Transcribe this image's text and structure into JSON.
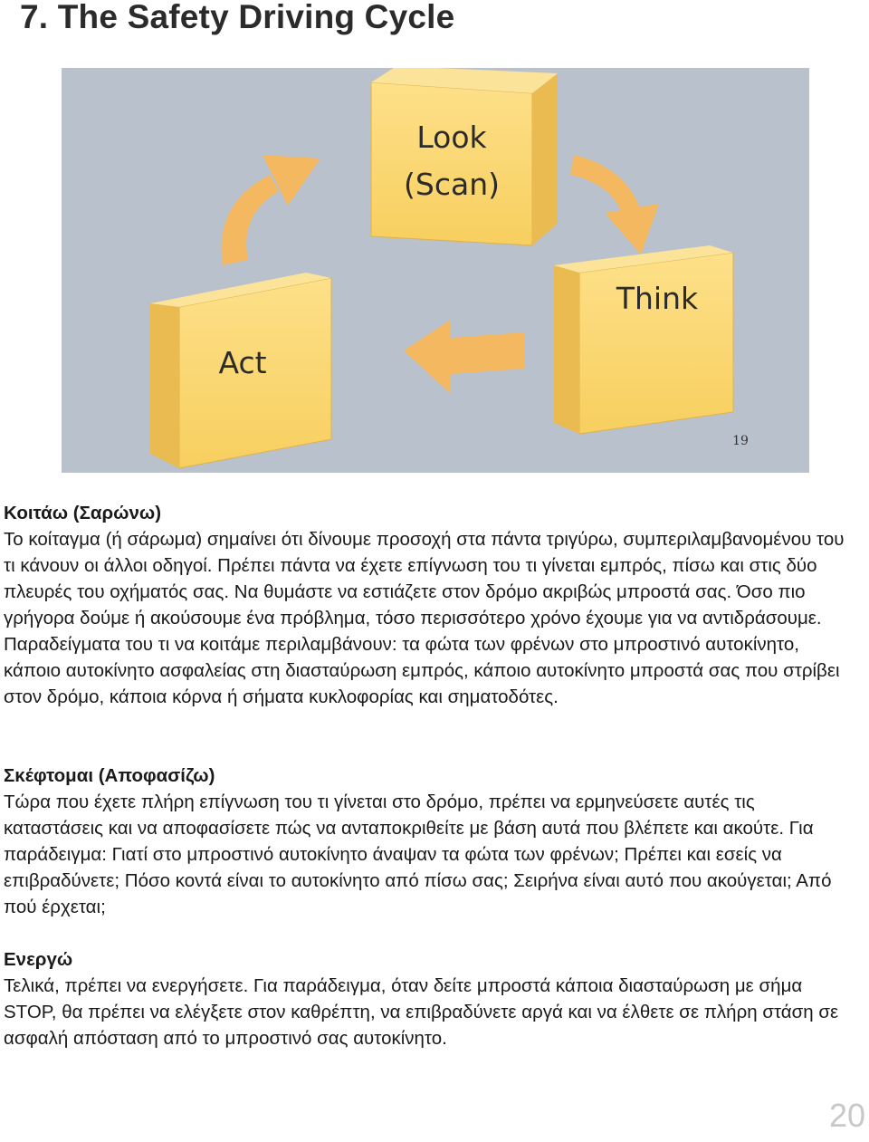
{
  "title": "7. The Safety Driving Cycle",
  "figure": {
    "boxes": {
      "look": [
        "Look",
        "(Scan)"
      ],
      "think": "Think",
      "act": "Act"
    },
    "number": "19",
    "colors": {
      "background": "#b9c1cc",
      "box_front": "#fcd76e",
      "box_side": "#e4b64c",
      "arrow": "#f3b860"
    }
  },
  "sections": [
    {
      "heading": "Κοιτάω (Σαρώνω)",
      "body": "Το κοίταγμα (ή σάρωμα) σημαίνει ότι δίνουμε προσοχή στα πάντα τριγύρω, συμπεριλαμβανομένου του τι κάνουν οι άλλοι οδηγοί. Πρέπει πάντα να έχετε επίγνωση του τι γίνεται εμπρός, πίσω και στις δύο πλευρές του οχήματός σας. Να θυμάστε να εστιάζετε στον δρόμο ακριβώς μπροστά σας. Όσο πιο γρήγορα δούμε ή ακούσουμε ένα πρόβλημα, τόσο περισσότερο χρόνο έχουμε για να αντιδράσουμε. Παραδείγματα του τι να κοιτάμε περιλαμβάνουν: τα φώτα των φρένων στο μπροστινό αυτοκίνητο, κάποιο αυτοκίνητο ασφαλείας στη διασταύρωση εμπρός, κάποιο αυτοκίνητο μπροστά σας που στρίβει στον δρόμο, κάποια κόρνα ή σήματα κυκλοφορίας και σηματοδότες."
    },
    {
      "heading": "Σκέφτομαι (Αποφασίζω)",
      "body": "Τώρα που έχετε πλήρη επίγνωση του τι γίνεται στο δρόμο, πρέπει να ερμηνεύσετε αυτές τις καταστάσεις και να αποφασίσετε πώς να ανταποκριθείτε με βάση αυτά που βλέπετε και ακούτε. Για παράδειγμα: Γιατί στο μπροστινό αυτοκίνητο άναψαν τα φώτα των φρένων; Πρέπει και εσείς να επιβραδύνετε; Πόσο κοντά είναι το αυτοκίνητο από πίσω σας; Σειρήνα είναι αυτό που ακούγεται; Από πού έρχεται;"
    },
    {
      "heading": "Ενεργώ",
      "body": "Τελικά, πρέπει να ενεργήσετε. Για παράδειγμα, όταν δείτε μπροστά κάποια διασταύρωση με σήμα STOP, θα πρέπει να ελέγξετε στον καθρέπτη, να επιβραδύνετε αργά και να έλθετε σε πλήρη στάση σε ασφαλή απόσταση από το μπροστινό σας αυτοκίνητο."
    }
  ],
  "page_number": "20"
}
